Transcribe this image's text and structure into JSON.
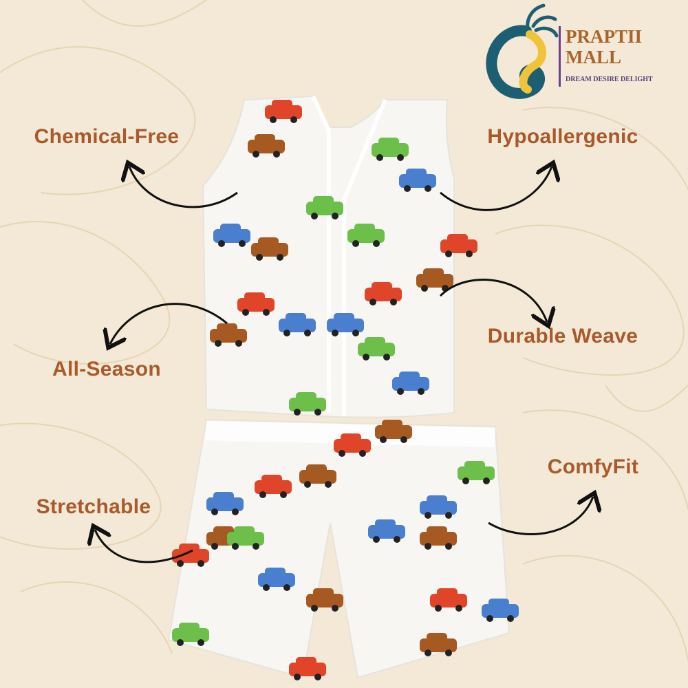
{
  "brand": {
    "name_line1": "Praptii",
    "name_line2": "Mall",
    "tagline": "DREAM DESIRE DELIGHT",
    "colors": {
      "teal": "#1c5f72",
      "gold": "#f0c43a",
      "text": "#a8652a",
      "tagline": "#5b3a7a"
    }
  },
  "features": {
    "chemical_free": "Chemical-Free",
    "hypoallergenic": "Hypoallergenic",
    "all_season": "All-Season",
    "durable_weave": "Durable Weave",
    "stretchable": "Stretchable",
    "comfyfit": "ComfyFit"
  },
  "colors": {
    "label": "#a85a2c",
    "background": "#f3e9d6"
  }
}
